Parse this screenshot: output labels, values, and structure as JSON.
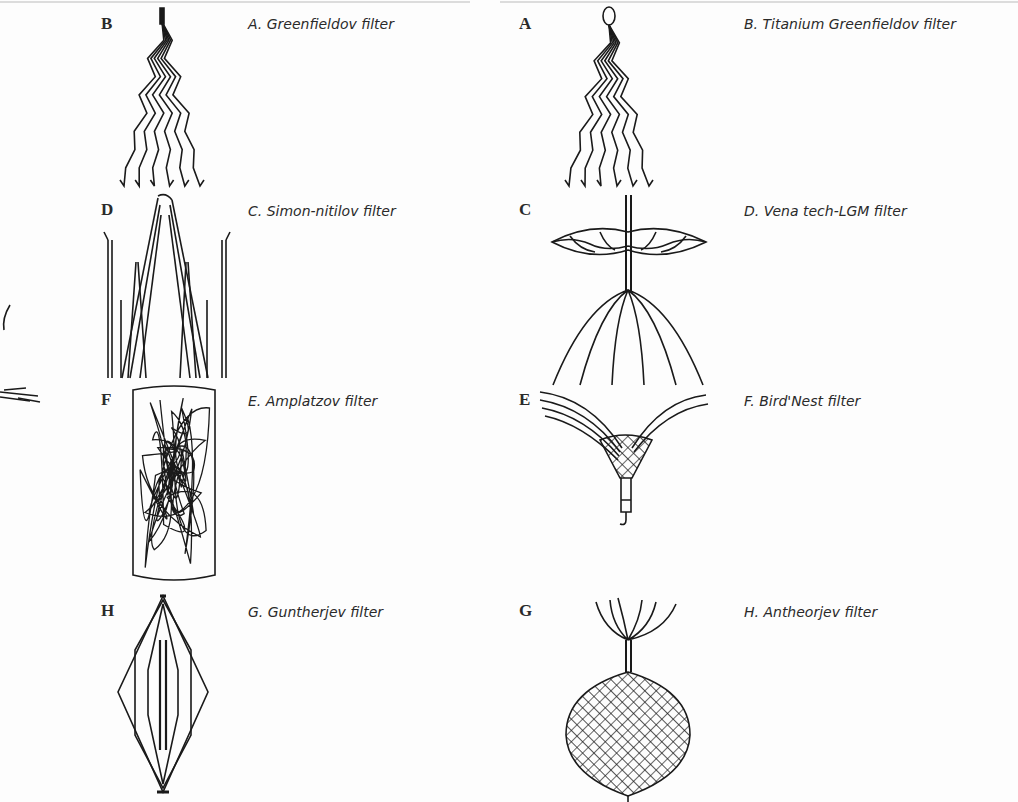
{
  "diagram": {
    "labels": [
      "B",
      "A. Greenfieldov filter",
      "A",
      "B. Titanium Greenfieldov filter",
      "D",
      "C. Simon-nitilov filter",
      "C",
      "D. Vena tech-LGM filter",
      "F",
      "E. Amplatzov filter",
      "E",
      "F. Bird'Nest filter",
      "H",
      "G. Guntherjev filter",
      "G",
      "H. Antheorjev filter"
    ]
  }
}
